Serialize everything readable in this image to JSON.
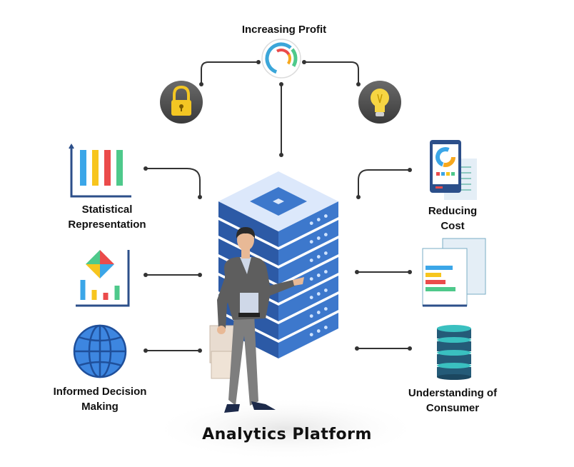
{
  "labels": {
    "increasing_profit": "Increasing Profit",
    "statistical_1": "Statistical",
    "statistical_2": "Representation",
    "reducing_1": "Reducing",
    "reducing_2": "Cost",
    "informed_1": "Informed Decision",
    "informed_2": "Making",
    "understanding_1": "Understanding of",
    "understanding_2": "Consumer"
  },
  "title": "Analytics Platform",
  "icons": [
    "profit-gauge-icon",
    "padlock-icon",
    "lightbulb-icon",
    "bar-chart-icon",
    "phone-report-icon",
    "diamond-chart-icon",
    "document-bars-icon",
    "globe-icon",
    "database-icon",
    "server-stack-icon",
    "businessman-figure"
  ],
  "colors": {
    "line": "#333333",
    "accent_blue": "#2f80ed",
    "server_blue": "#3d6fbf",
    "bar_red": "#eb4b4b",
    "bar_yellow": "#f7c51e",
    "bar_green": "#4ec98b"
  }
}
